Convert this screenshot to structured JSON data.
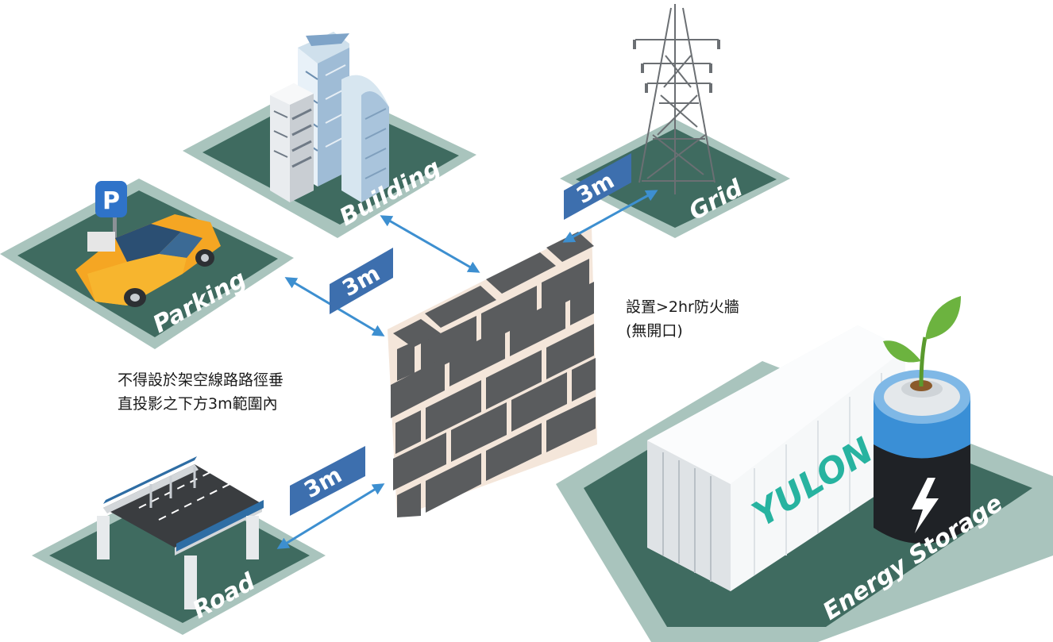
{
  "zones": {
    "building": "Building",
    "grid": "Grid",
    "parking": "Parking",
    "road": "Road",
    "energy_storage": "Energy Storage"
  },
  "distances": {
    "building_grid": "3m",
    "parking": "3m",
    "road": "3m"
  },
  "notes": {
    "firewall_line1": "設置>2hr防火牆",
    "firewall_line2": "(無開口)",
    "overhead_line1": "不得設於架空線路路徑垂",
    "overhead_line2": "直投影之下方3m範圍內"
  },
  "container_brand": "YULON",
  "parking_sign": "P",
  "colors": {
    "tile_outer": "#a9c4bd",
    "tile_inner": "#3f6b60",
    "arrow": "#3d8fd0",
    "badge": "#3d6fae",
    "wall_brick": "#5a5c5e",
    "wall_mortar": "#f4e6da"
  }
}
